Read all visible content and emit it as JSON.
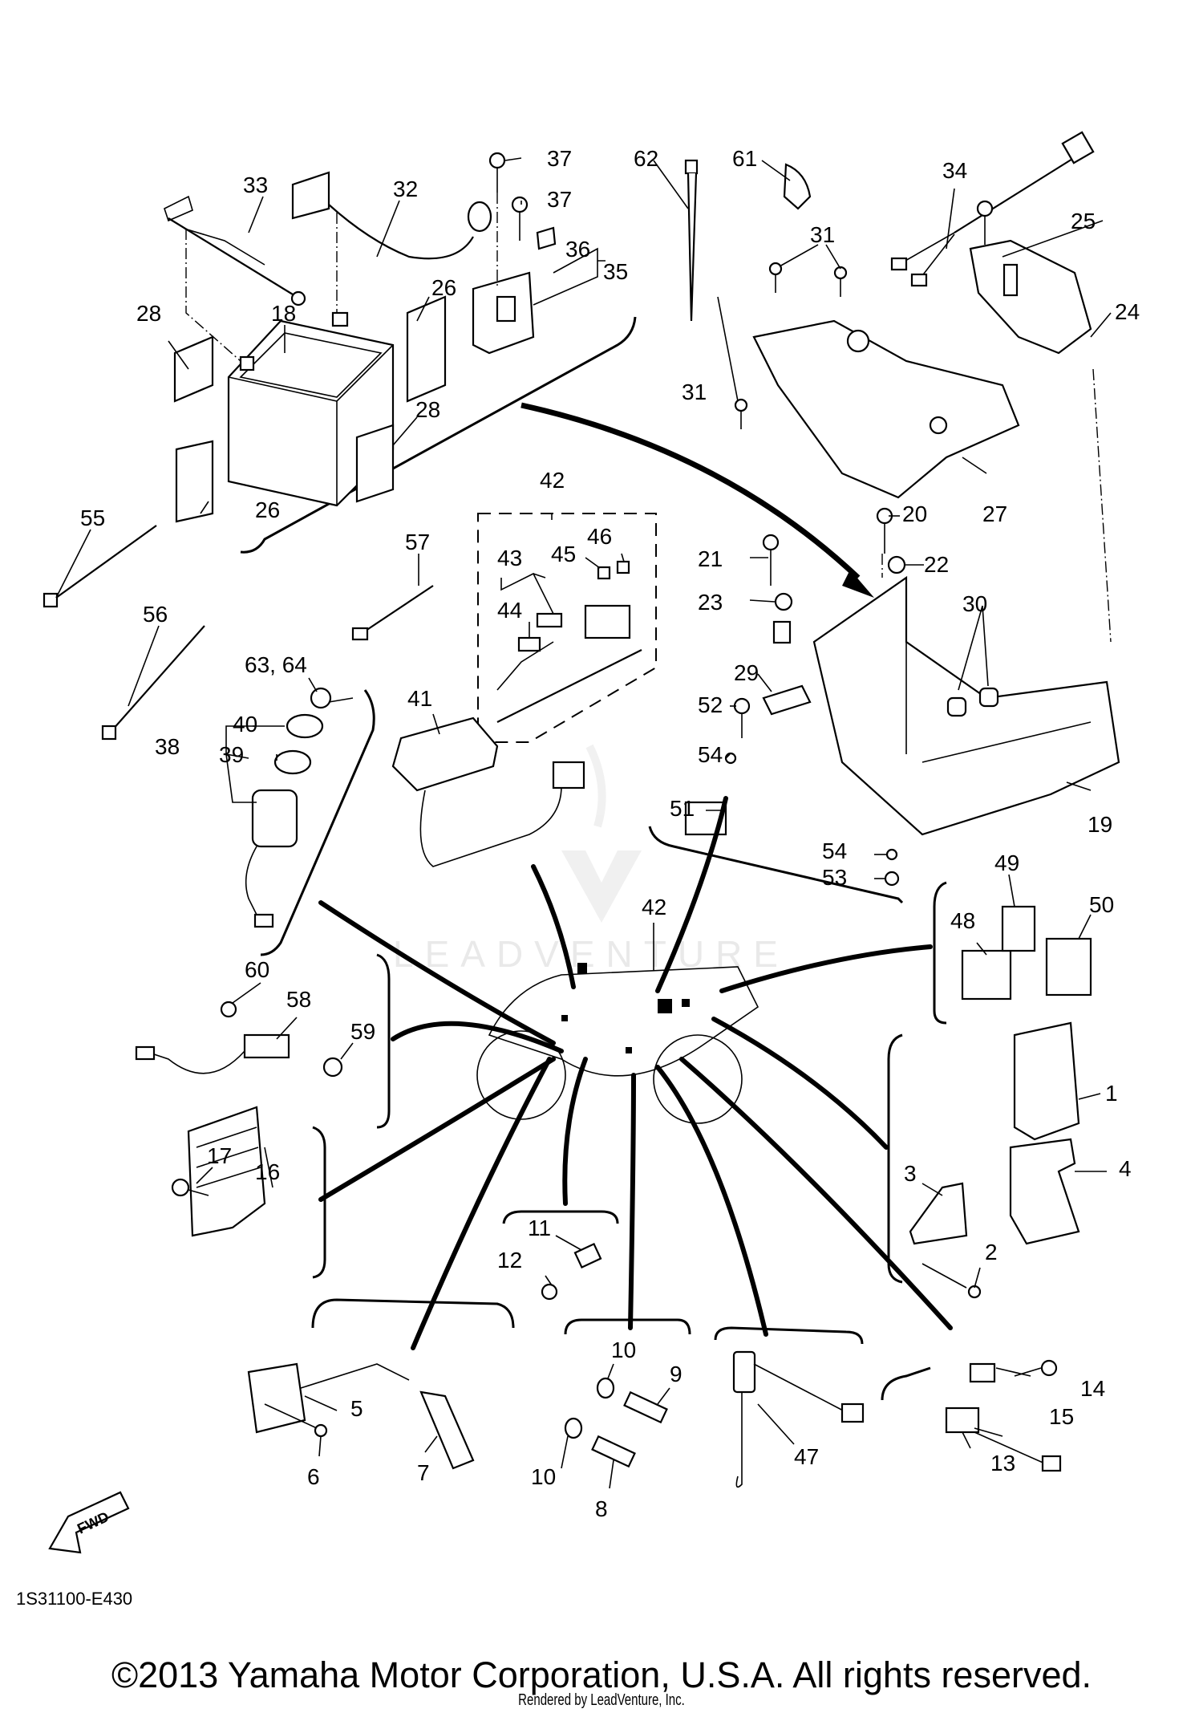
{
  "diagram": {
    "title": "Electrical 1",
    "diagram_code": "1S31100-E430",
    "fwd_label": "FWD",
    "watermark": "LEADVENTURE",
    "copyright": "©2013 Yamaha Motor Corporation, U.S.A. All rights reserved.",
    "rendered_by": "Rendered by LeadVenture, Inc.",
    "callouts": [
      {
        "id": "c1",
        "text": "1"
      },
      {
        "id": "c2",
        "text": "2"
      },
      {
        "id": "c3",
        "text": "3"
      },
      {
        "id": "c4",
        "text": "4"
      },
      {
        "id": "c5",
        "text": "5"
      },
      {
        "id": "c6",
        "text": "6"
      },
      {
        "id": "c7",
        "text": "7"
      },
      {
        "id": "c8",
        "text": "8"
      },
      {
        "id": "c9",
        "text": "9"
      },
      {
        "id": "c10a",
        "text": "10"
      },
      {
        "id": "c10b",
        "text": "10"
      },
      {
        "id": "c11",
        "text": "11"
      },
      {
        "id": "c12",
        "text": "12"
      },
      {
        "id": "c13",
        "text": "13"
      },
      {
        "id": "c14",
        "text": "14"
      },
      {
        "id": "c15",
        "text": "15"
      },
      {
        "id": "c16",
        "text": "16"
      },
      {
        "id": "c17",
        "text": "17"
      },
      {
        "id": "c18",
        "text": "18"
      },
      {
        "id": "c19",
        "text": "19"
      },
      {
        "id": "c20",
        "text": "20"
      },
      {
        "id": "c21",
        "text": "21"
      },
      {
        "id": "c22",
        "text": "22"
      },
      {
        "id": "c23",
        "text": "23"
      },
      {
        "id": "c24",
        "text": "24"
      },
      {
        "id": "c25",
        "text": "25"
      },
      {
        "id": "c26a",
        "text": "26"
      },
      {
        "id": "c26b",
        "text": "26"
      },
      {
        "id": "c27",
        "text": "27"
      },
      {
        "id": "c28a",
        "text": "28"
      },
      {
        "id": "c28b",
        "text": "28"
      },
      {
        "id": "c29",
        "text": "29"
      },
      {
        "id": "c30",
        "text": "30"
      },
      {
        "id": "c31a",
        "text": "31"
      },
      {
        "id": "c31b",
        "text": "31"
      },
      {
        "id": "c32",
        "text": "32"
      },
      {
        "id": "c33",
        "text": "33"
      },
      {
        "id": "c34",
        "text": "34"
      },
      {
        "id": "c35",
        "text": "35"
      },
      {
        "id": "c36",
        "text": "36"
      },
      {
        "id": "c37a",
        "text": "37"
      },
      {
        "id": "c37b",
        "text": "37"
      },
      {
        "id": "c38",
        "text": "38"
      },
      {
        "id": "c39",
        "text": "39"
      },
      {
        "id": "c40",
        "text": "40"
      },
      {
        "id": "c41",
        "text": "41"
      },
      {
        "id": "c42a",
        "text": "42"
      },
      {
        "id": "c42b",
        "text": "42"
      },
      {
        "id": "c43",
        "text": "43"
      },
      {
        "id": "c44",
        "text": "44"
      },
      {
        "id": "c45",
        "text": "45"
      },
      {
        "id": "c46",
        "text": "46"
      },
      {
        "id": "c47",
        "text": "47"
      },
      {
        "id": "c48",
        "text": "48"
      },
      {
        "id": "c49",
        "text": "49"
      },
      {
        "id": "c50",
        "text": "50"
      },
      {
        "id": "c51",
        "text": "51"
      },
      {
        "id": "c52",
        "text": "52"
      },
      {
        "id": "c53",
        "text": "53"
      },
      {
        "id": "c54a",
        "text": "54"
      },
      {
        "id": "c54b",
        "text": "54"
      },
      {
        "id": "c55",
        "text": "55"
      },
      {
        "id": "c56",
        "text": "56"
      },
      {
        "id": "c57",
        "text": "57"
      },
      {
        "id": "c58",
        "text": "58"
      },
      {
        "id": "c59",
        "text": "59"
      },
      {
        "id": "c60",
        "text": "60"
      },
      {
        "id": "c61",
        "text": "61"
      },
      {
        "id": "c62",
        "text": "62"
      },
      {
        "id": "c63_64",
        "text": "63, 64"
      }
    ]
  }
}
